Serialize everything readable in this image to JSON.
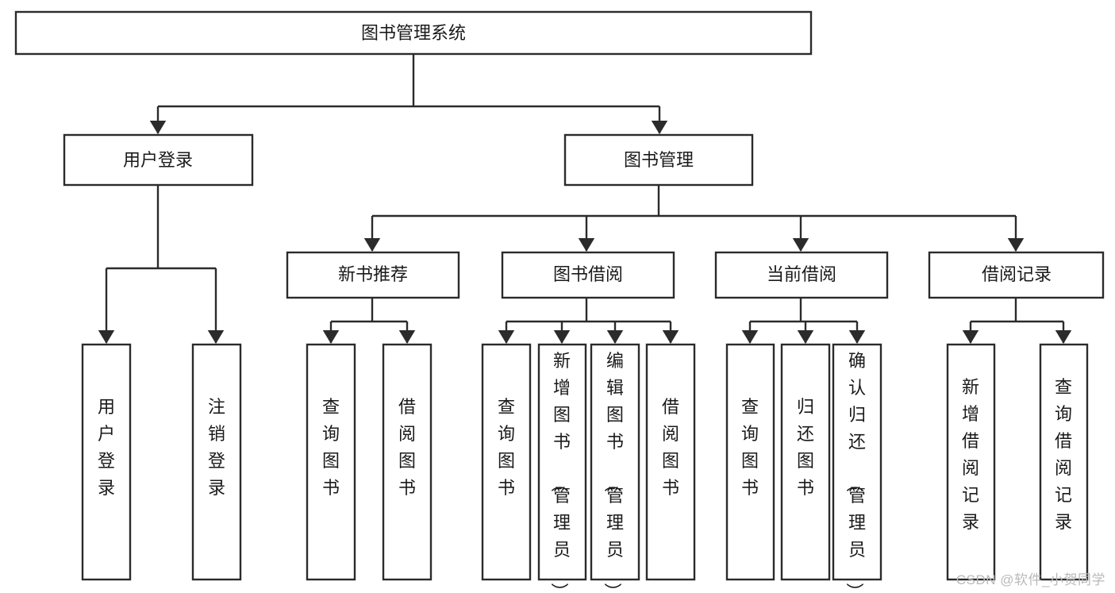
{
  "diagram": {
    "type": "tree",
    "title": "图书管理系统",
    "watermark": "CSDN @软件_小贺同学",
    "style": {
      "box_fill": "#ffffff",
      "box_stroke": "#2b2b2b",
      "text_color": "#1a1a1a",
      "background": "#ffffff",
      "watermark_color": "#b9b9b9"
    },
    "levels": {
      "level0": [
        {
          "id": "root",
          "label": "图书管理系统"
        }
      ],
      "level1": [
        {
          "id": "user-login",
          "label": "用户登录",
          "parent": "root"
        },
        {
          "id": "book-manage",
          "label": "图书管理",
          "parent": "root"
        }
      ],
      "level2": [
        {
          "id": "new-book-rec",
          "label": "新书推荐",
          "parent": "book-manage"
        },
        {
          "id": "book-borrow",
          "label": "图书借阅",
          "parent": "book-manage"
        },
        {
          "id": "current-borrow",
          "label": "当前借阅",
          "parent": "book-manage"
        },
        {
          "id": "borrow-record",
          "label": "借阅记录",
          "parent": "book-manage"
        }
      ],
      "level3": [
        {
          "id": "leaf-user-login",
          "label": "用户登录",
          "parent": "user-login"
        },
        {
          "id": "leaf-user-logout",
          "label": "注销登录",
          "parent": "user-login"
        },
        {
          "id": "leaf-query-book-1",
          "label": "查询图书",
          "parent": "new-book-rec"
        },
        {
          "id": "leaf-borrow-book-1",
          "label": "借阅图书",
          "parent": "new-book-rec"
        },
        {
          "id": "leaf-query-book-2",
          "label": "查询图书",
          "parent": "book-borrow"
        },
        {
          "id": "leaf-add-book",
          "label": "新增图书（管理员）",
          "parent": "book-borrow"
        },
        {
          "id": "leaf-edit-book",
          "label": "编辑图书（管理员）",
          "parent": "book-borrow"
        },
        {
          "id": "leaf-borrow-book-2",
          "label": "借阅图书",
          "parent": "book-borrow"
        },
        {
          "id": "leaf-query-book-3",
          "label": "查询图书",
          "parent": "current-borrow"
        },
        {
          "id": "leaf-return-book",
          "label": "归还图书",
          "parent": "current-borrow"
        },
        {
          "id": "leaf-confirm-return",
          "label": "确认归还（管理员）",
          "parent": "current-borrow"
        },
        {
          "id": "leaf-add-record",
          "label": "新增借阅记录",
          "parent": "borrow-record"
        },
        {
          "id": "leaf-query-record",
          "label": "查询借阅记录",
          "parent": "borrow-record"
        }
      ]
    }
  }
}
